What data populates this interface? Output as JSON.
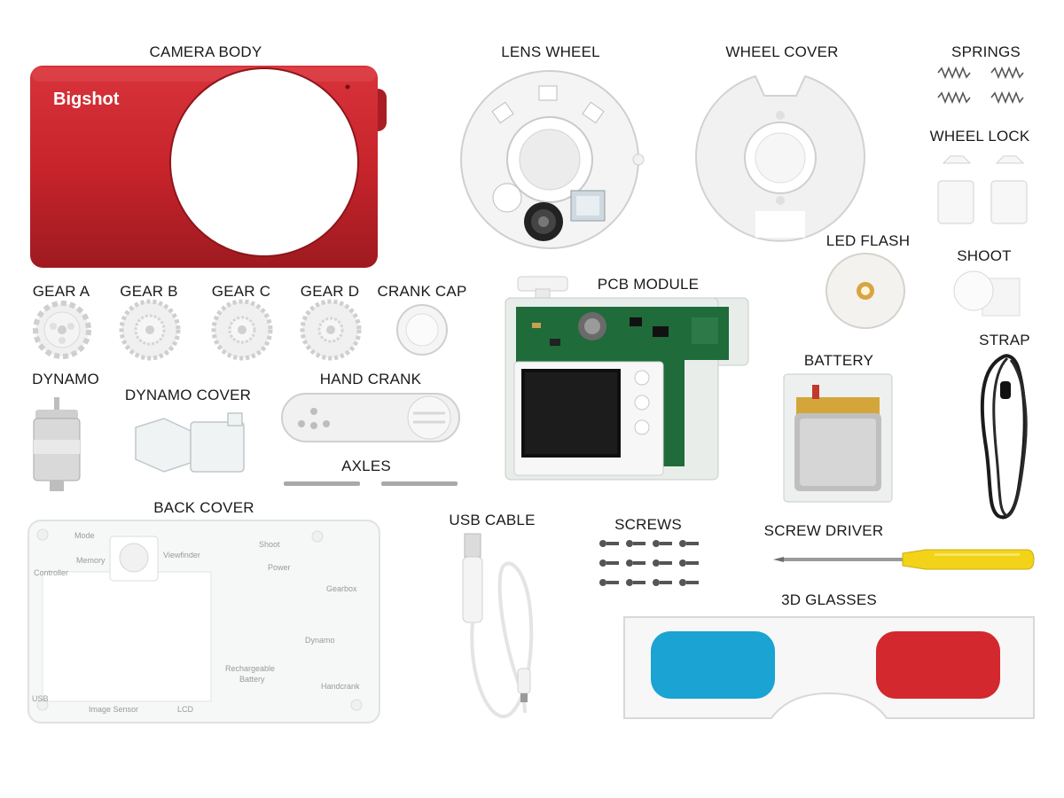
{
  "labels": {
    "camera_body": "CAMERA BODY",
    "lens_wheel": "LENS WHEEL",
    "wheel_cover": "WHEEL COVER",
    "springs": "SPRINGS",
    "wheel_lock": "WHEEL LOCK",
    "led_flash": "LED FLASH",
    "shoot": "SHOOT",
    "gear_a": "GEAR A",
    "gear_b": "GEAR B",
    "gear_c": "GEAR C",
    "gear_d": "GEAR D",
    "crank_cap": "CRANK CAP",
    "pcb_module": "PCB MODULE",
    "strap": "STRAP",
    "dynamo": "DYNAMO",
    "dynamo_cover": "DYNAMO COVER",
    "hand_crank": "HAND CRANK",
    "battery": "BATTERY",
    "axles": "AXLES",
    "back_cover": "BACK COVER",
    "usb_cable": "USB CABLE",
    "screws": "SCREWS",
    "screw_driver": "SCREW DRIVER",
    "glasses_3d": "3D GLASSES"
  },
  "camera_body": {
    "brand": "Bigshot"
  },
  "back_cover_labels": {
    "mode": "Mode",
    "memory": "Memory",
    "controller": "Controller",
    "viewfinder": "Viewfinder",
    "shoot": "Shoot",
    "power": "Power",
    "gearbox": "Gearbox",
    "dynamo": "Dynamo",
    "rechargeable": "Rechargeable",
    "battery": "Battery",
    "handcrank": "Handcrank",
    "usb": "USB",
    "image_sensor": "Image Sensor",
    "lcd": "LCD"
  },
  "colors": {
    "camera_red": "#c8242c",
    "lens_cyan": "#1aa3d3",
    "lens_red": "#d2282e",
    "pcb_green": "#1f6b3a",
    "driver_yellow": "#f2d318"
  }
}
